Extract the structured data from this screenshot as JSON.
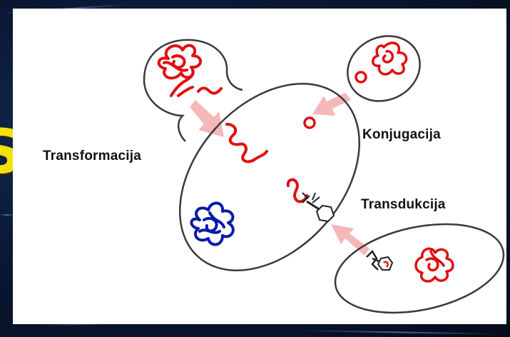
{
  "background_letter": "S",
  "labels": {
    "transformation": "Transformacija",
    "conjugation": "Konjugacija",
    "transduction": "Transdukcija"
  },
  "colors": {
    "slide_background": "#0b1a38",
    "panel": "#ffffff",
    "background_letter": "#f4e10a",
    "cell_outline": "#3a3a3a",
    "donor_dna": "#e01010",
    "recipient_chromosome": "#0a1aa8",
    "transfer_arrow": "#f2b2b2",
    "label_text": "#111111"
  },
  "icons": {
    "transfer_arrow": "pink-arrow",
    "phage": "bacteriophage",
    "plasmid": "circle"
  }
}
